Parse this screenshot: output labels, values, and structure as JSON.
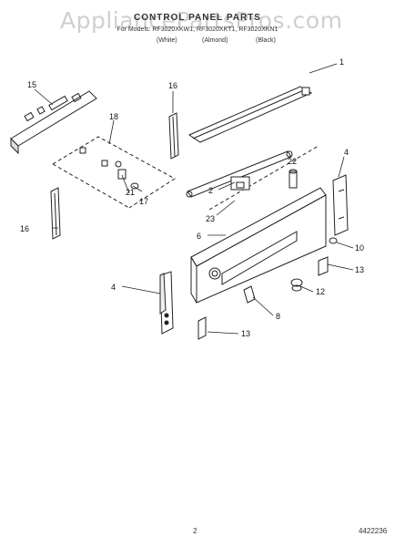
{
  "watermark": "AppliancePartsPros.com",
  "header": {
    "title": "CONTROL PANEL PARTS",
    "models_line": "For Models: RF3020XKW1, RF3020XKT1, RF3020XKN1",
    "finishes": [
      "(White)",
      "(Almond)",
      "(Black)"
    ]
  },
  "callouts": [
    "1",
    "2",
    "4",
    "4",
    "6",
    "8",
    "10",
    "12",
    "13",
    "13",
    "15",
    "16",
    "16",
    "17",
    "18",
    "21",
    "22",
    "23"
  ],
  "footer": {
    "page": "2",
    "part_number": "4422236"
  }
}
